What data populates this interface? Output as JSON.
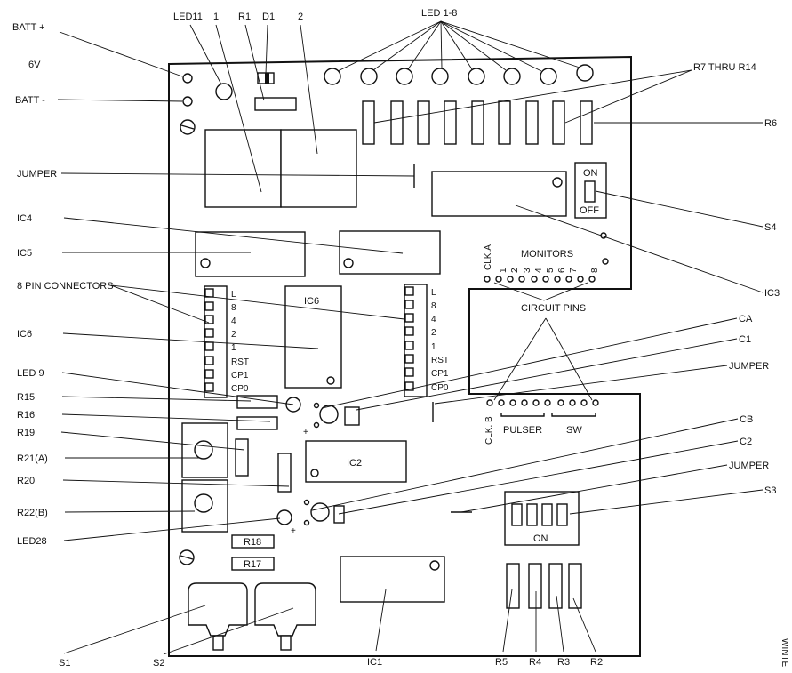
{
  "labels": {
    "batt_plus": "BATT +",
    "volts": "6V",
    "batt_minus": "BATT -",
    "led11": "LED11",
    "one": "1",
    "r1": "R1",
    "d1": "D1",
    "two": "2",
    "led_1_8": "LED 1-8",
    "r7_r14": "R7 THRU R14",
    "r6": "R6",
    "jumper": "JUMPER",
    "on": "ON",
    "off": "OFF",
    "s4": "S4",
    "ic4": "IC4",
    "ic5": "IC5",
    "monitors": "MONITORS",
    "clk_a": "CLK.A",
    "eight_pin": "8 PIN CONNECTORS",
    "ic3": "IC3",
    "circuit_pins": "CIRCUIT PINS",
    "ic6": "IC6",
    "ca": "CA",
    "c1": "C1",
    "led9": "LED 9",
    "r15": "R15",
    "r16": "R16",
    "r19": "R19",
    "r21a": "R21(A)",
    "r20": "R20",
    "r22b": "R22(B)",
    "led28": "LED28",
    "clk_b": "CLK. B",
    "pulser": "PULSER",
    "sw": "SW",
    "cb": "CB",
    "c2": "C2",
    "s3": "S3",
    "ic2": "IC2",
    "r18": "R18",
    "r17": "R17",
    "ic1": "IC1",
    "s1": "S1",
    "s2": "S2",
    "r5": "R5",
    "r4": "R4",
    "r3": "R3",
    "r2": "R2",
    "edge_text": "WINTE"
  },
  "connector_pins": [
    "L",
    "8",
    "4",
    "2",
    "1",
    "RST",
    "CP1",
    "CP0"
  ],
  "monitor_numbers": [
    "1",
    "2",
    "3",
    "4",
    "5",
    "6",
    "7",
    "8"
  ]
}
